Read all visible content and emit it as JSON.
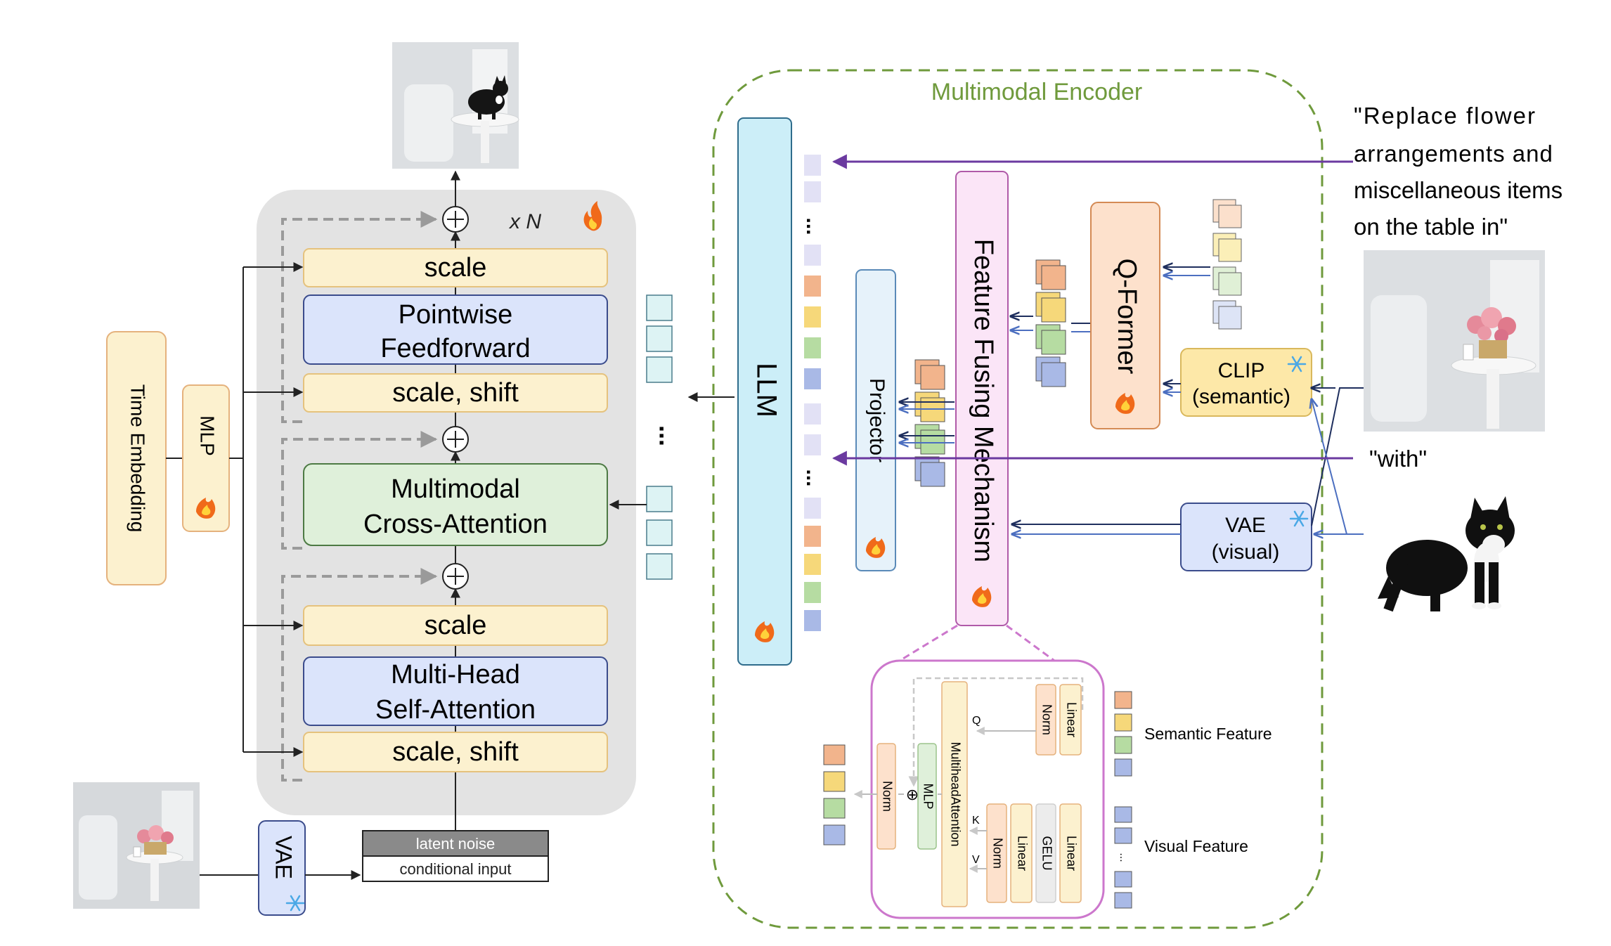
{
  "dit": {
    "repeat": "x N",
    "blocks": {
      "scale_top": "scale",
      "ffn_l1": "Pointwise",
      "ffn_l2": "Feedforward",
      "scale_shift_mid": "scale, shift",
      "cross_l1": "Multimodal",
      "cross_l2": "Cross-Attention",
      "scale_low": "scale",
      "self_l1": "Multi-Head",
      "self_l2": "Self-Attention",
      "scale_shift_bottom": "scale, shift"
    },
    "time_embedding": "Time Embedding",
    "mlp": "MLP"
  },
  "vae_bottom": "VAE",
  "latent_noise": "latent noise",
  "conditional_input": "conditional input",
  "encoder": {
    "title": "Multimodal Encoder",
    "llm": "LLM",
    "projector": "Projector",
    "feature_fusing": "Feature Fusing Mechanism",
    "qformer": "Q-Former",
    "clip_l1": "CLIP",
    "clip_l2": "(semantic)",
    "vae_l1": "VAE",
    "vae_l2": "(visual)",
    "dots": "..."
  },
  "prompt": {
    "line1": "\"Replace flower",
    "line2": "arrangements and",
    "line3": "miscellaneous items",
    "line4": "on the table in\"",
    "with": "\"with\""
  },
  "detail": {
    "multihead": "MultiheadAttention",
    "mlp": "MLP",
    "norm": "Norm",
    "linear": "Linear",
    "gelu": "GELU",
    "q": "Q",
    "k": "K",
    "v": "V",
    "plus": "⊕",
    "semantic_feature": "Semantic Feature",
    "visual_feature": "Visual Feature"
  },
  "colors": {
    "orange_token": "#f2b48c",
    "yellow_token": "#f6d87a",
    "green_token": "#b6dca2",
    "blue_token": "#a9b9e6",
    "lavender_token": "#e2e1f5",
    "cyan_token": "#ddf3f4",
    "encoder_border": "#6f9a3c",
    "encoder_title": "#6f9a3c",
    "purple_arrow": "#6b3aa0",
    "navy_arrow": "#1f2f5e",
    "blue_arrow": "#4c6fc0",
    "pink_detail": "#cc77cc"
  }
}
